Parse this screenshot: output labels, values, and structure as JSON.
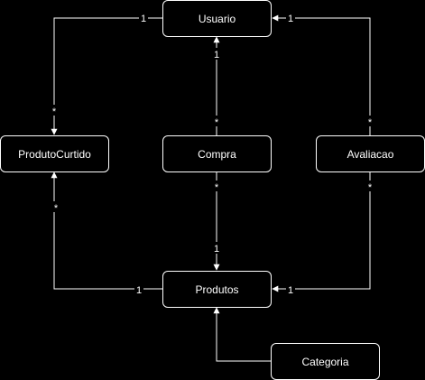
{
  "diagram": {
    "colors": {
      "background": "#000000",
      "stroke": "#ffffff",
      "text": "#ffffff"
    },
    "nodes": {
      "usuario": "Usuario",
      "produto_curtido": "ProdutoCurtido",
      "compra": "Compra",
      "avaliacao": "Avaliacao",
      "produtos": "Produtos",
      "categoria": "Categoria"
    },
    "multiplicities": {
      "usuario_produto_curtido_source": "1",
      "usuario_produto_curtido_target": "*",
      "compra_usuario_source": "*",
      "compra_usuario_target": "1",
      "avaliacao_usuario_source": "*",
      "avaliacao_usuario_target": "1",
      "compra_produtos_source": "*",
      "compra_produtos_target": "1",
      "produtos_produto_curtido_source": "1",
      "produtos_produto_curtido_target": "*",
      "avaliacao_produtos_source": "*",
      "avaliacao_produtos_target": "1"
    }
  }
}
